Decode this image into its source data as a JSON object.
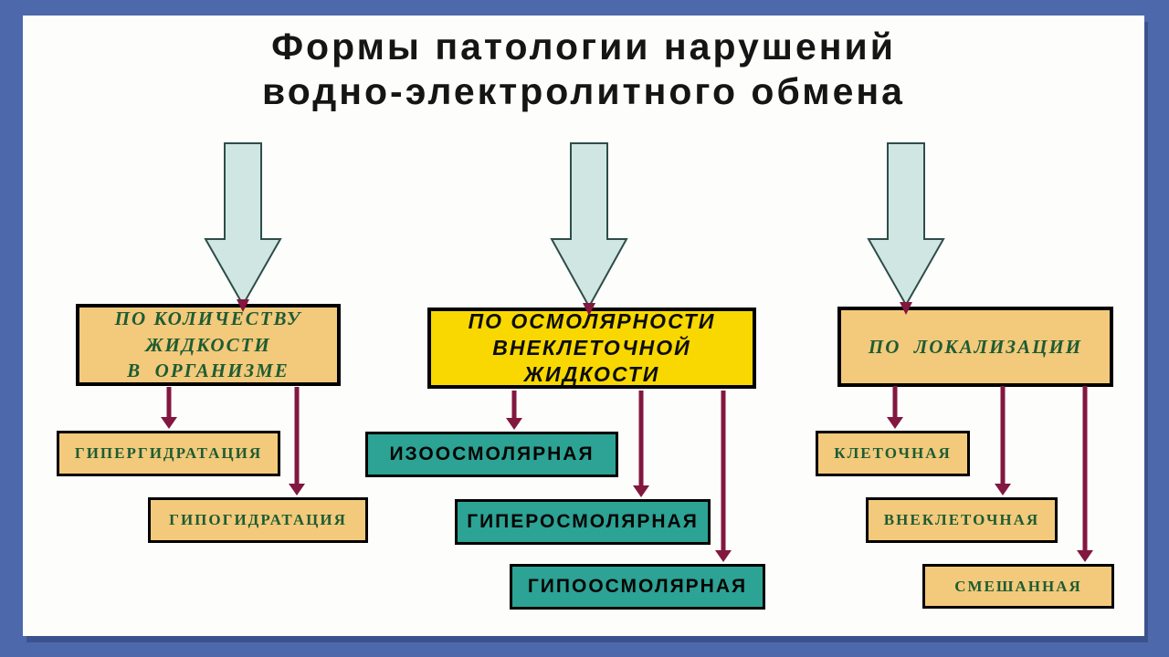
{
  "title": {
    "line1": "Формы патологии нарушений",
    "line2": "водно-электролитного обмена"
  },
  "columns": [
    {
      "name": "by-fluid-amount",
      "category": {
        "text": "ПО КОЛИЧЕСТВУ\nЖИДКОСТИ\nВ  ОРГАНИЗМЕ"
      },
      "children": [
        {
          "label": "ГИПЕРГИДРАТАЦИЯ"
        },
        {
          "label": "ГИПОГИДРАТАЦИЯ"
        }
      ]
    },
    {
      "name": "by-osmolarity",
      "category": {
        "text": "ПО ОСМОЛЯРНОСТИ\nВНЕКЛЕТОЧНОЙ\nЖИДКОСТИ"
      },
      "children": [
        {
          "label": "ИЗООСМОЛЯРНАЯ"
        },
        {
          "label": "ГИПЕРОСМОЛЯРНАЯ"
        },
        {
          "label": "ГИПООСМОЛЯРНАЯ"
        }
      ]
    },
    {
      "name": "by-localization",
      "category": {
        "text": "ПО  ЛОКАЛИЗАЦИИ"
      },
      "children": [
        {
          "label": "КЛЕТОЧНАЯ"
        },
        {
          "label": "ВНЕКЛЕТОЧНАЯ"
        },
        {
          "label": "СМЕШАННАЯ"
        }
      ]
    }
  ],
  "icons": {
    "big_pointer": "down-arrow-icon",
    "connector": "connector-arrow-icon"
  },
  "colors": {
    "frame_blue": "#4d68ab",
    "page_white": "#fdfdfc",
    "box_tan": "#f3c97b",
    "box_yellow": "#f8d800",
    "box_teal": "#2ca394",
    "box_border": "#000000",
    "text_green": "#1d5c33",
    "text_black": "#151515",
    "connector_maroon": "#82173f",
    "big_arrow_fill": "#cfe6e2",
    "big_arrow_stroke": "#2e4d49"
  }
}
